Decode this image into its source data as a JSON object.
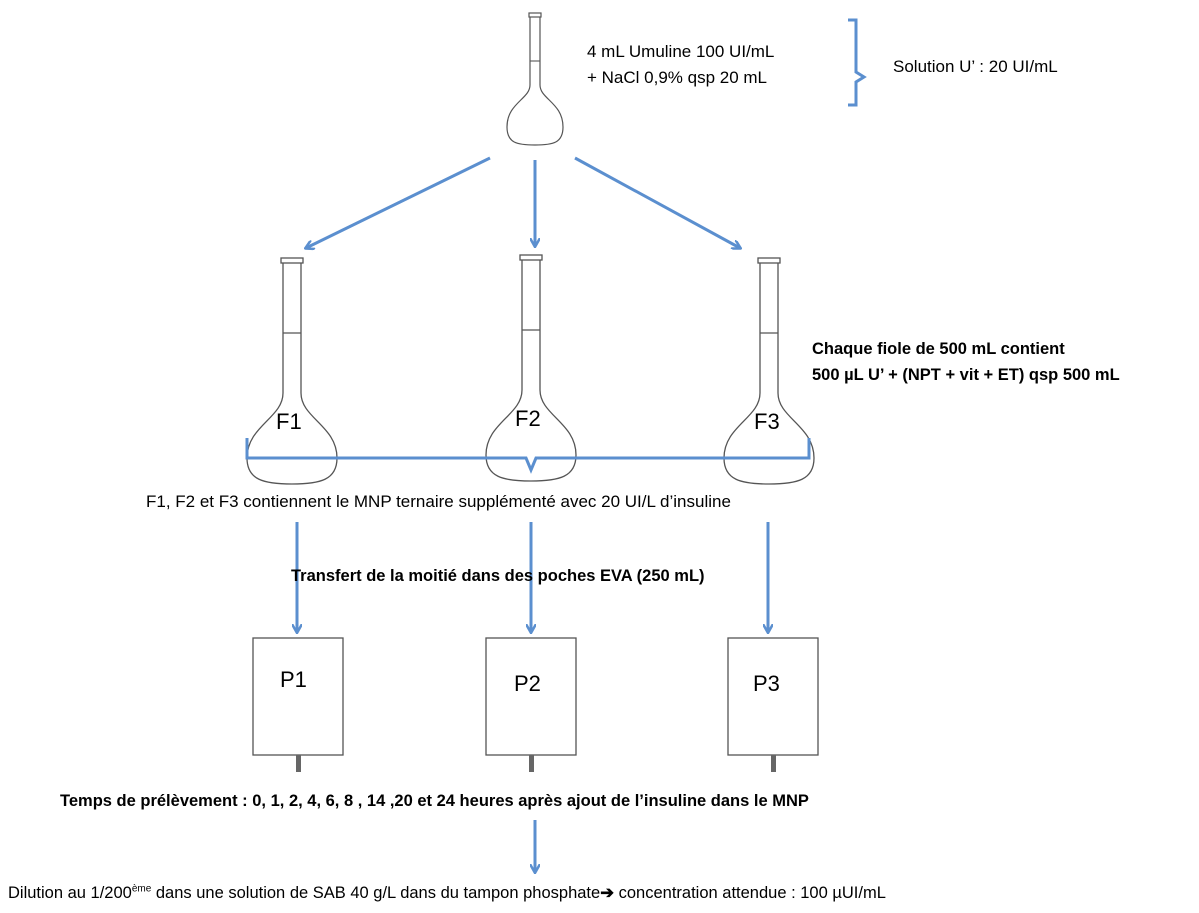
{
  "top_flask": {
    "line1": "4 mL Umuline 100 UI/mL",
    "line2": "+ NaCl 0,9% qsp 20 mL",
    "solution_label": "Solution U’ : 20 UI/mL"
  },
  "flasks": [
    {
      "label": "F1"
    },
    {
      "label": "F2"
    },
    {
      "label": "F3"
    }
  ],
  "flask_note": {
    "line1": "Chaque fiole de 500 mL contient",
    "line2": "500 µL U’ + (NPT + vit + ET) qsp 500 mL"
  },
  "combined_note": "F1, F2 et F3 contiennent le MNP ternaire supplémenté avec 20 UI/L d’insuline",
  "transfer_note": "Transfert de la moitié dans des poches EVA (250 mL)",
  "bags": [
    {
      "label": "P1"
    },
    {
      "label": "P2"
    },
    {
      "label": "P3"
    }
  ],
  "sampling_note": "Temps de prélèvement : 0, 1, 2, 4, 6, 8 , 14 ,20 et 24 heures après ajout de l’insuline dans le MNP",
  "dilution_note": {
    "prefix": "Dilution au 1/200",
    "superscript": "ème",
    "middle": " dans une solution de SAB 40 g/L dans du tampon phosphate",
    "arrow": "➔",
    "suffix": " concentration attendue : 100 µUI/mL"
  },
  "colors": {
    "arrow": "#5b8fcf",
    "outline": "#555555",
    "stem": "#666666"
  }
}
